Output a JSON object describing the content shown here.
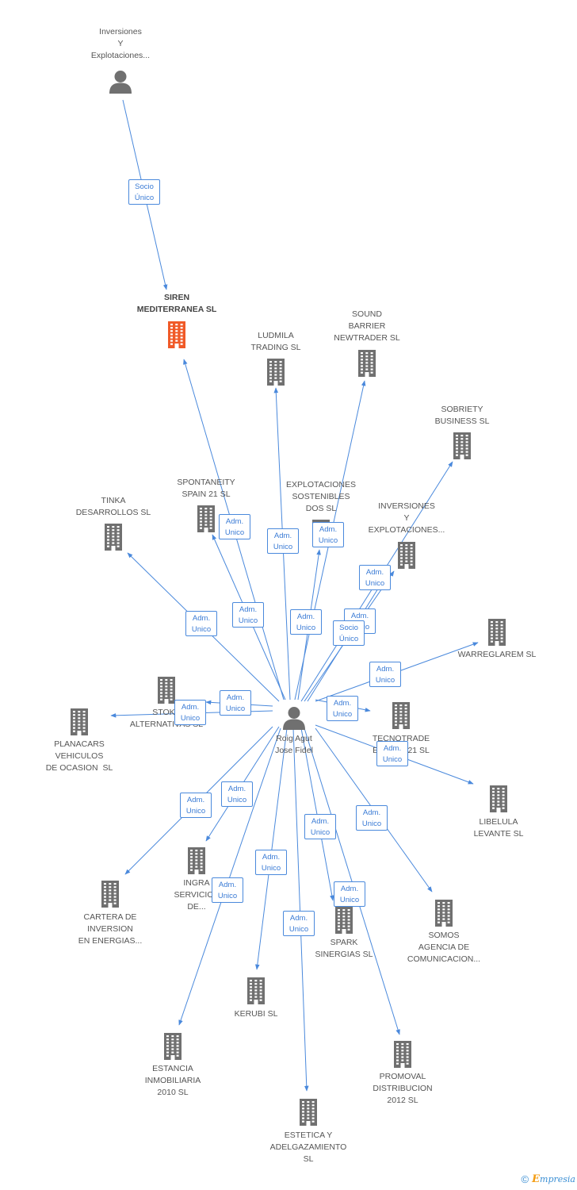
{
  "center": {
    "id": "roig",
    "label": "Roig Agut\nJose Fidel",
    "kind": "person"
  },
  "nodes": [
    {
      "id": "inv_top",
      "label": "Inversiones\nY\nExplotaciones...",
      "kind": "person"
    },
    {
      "id": "siren",
      "label": "SIREN\nMEDITERRANEA SL",
      "kind": "company",
      "highlight": true
    },
    {
      "id": "ludmila",
      "label": "LUDMILA\nTRADING SL",
      "kind": "company"
    },
    {
      "id": "sound",
      "label": "SOUND\nBARRIER\nNEWTRADER SL",
      "kind": "company"
    },
    {
      "id": "sobriety",
      "label": "SOBRIETY\nBUSINESS SL",
      "kind": "company"
    },
    {
      "id": "spontaneity",
      "label": "SPONTANEITY\nSPAIN 21 SL",
      "kind": "company"
    },
    {
      "id": "explot",
      "label": "EXPLOTACIONES\nSOSTENIBLES\nDOS SL",
      "kind": "company"
    },
    {
      "id": "invexp",
      "label": "INVERSIONES\nY\nEXPLOTACIONES...",
      "kind": "company"
    },
    {
      "id": "tinka",
      "label": "TINKA\nDESARROLLOS SL",
      "kind": "company"
    },
    {
      "id": "warre",
      "label": "WARREGLAREM SL",
      "kind": "company"
    },
    {
      "id": "stoke",
      "label": "STOKE\nALTERNATIVAS SL",
      "kind": "company"
    },
    {
      "id": "planacars",
      "label": "PLANACARS\nVEHICULOS\nDE OCASION  SL",
      "kind": "company"
    },
    {
      "id": "tecno",
      "label": "TECNOTRADE\nELEVEN 21 SL",
      "kind": "company"
    },
    {
      "id": "libelula",
      "label": "LIBELULA\nLEVANTE SL",
      "kind": "company"
    },
    {
      "id": "cartera",
      "label": "CARTERA DE\nINVERSION\nEN ENERGIAS...",
      "kind": "company"
    },
    {
      "id": "ingra",
      "label": "INGRA\nSERVICIOS\nDE...",
      "kind": "company"
    },
    {
      "id": "somos",
      "label": "SOMOS\nAGENCIA DE\nCOMUNICACION...",
      "kind": "company"
    },
    {
      "id": "spark",
      "label": "SPARK\nSINERGIAS SL",
      "kind": "company"
    },
    {
      "id": "kerubi",
      "label": "KERUBI SL",
      "kind": "company"
    },
    {
      "id": "estancia",
      "label": "ESTANCIA\nINMOBILIARIA\n2010 SL",
      "kind": "company"
    },
    {
      "id": "promoval",
      "label": "PROMOVAL\nDISTRIBUCION\n2012 SL",
      "kind": "company"
    },
    {
      "id": "estetica",
      "label": "ESTETICA Y\nADELGAZAMIENTO\nSL",
      "kind": "company"
    }
  ],
  "edges": [
    {
      "from": "inv_top",
      "to": "siren",
      "label": "Socio\nÚnico"
    },
    {
      "from": "roig",
      "to": "siren",
      "label": "Adm.\nUnico"
    },
    {
      "from": "roig",
      "to": "ludmila",
      "label": "Adm.\nUnico"
    },
    {
      "from": "roig",
      "to": "sound",
      "label": "Adm.\nUnico"
    },
    {
      "from": "roig",
      "to": "sobriety",
      "label": "Adm.\nUnico"
    },
    {
      "from": "roig",
      "to": "spontaneity",
      "label": "Adm.\nUnico"
    },
    {
      "from": "roig",
      "to": "explot",
      "label": "Adm.\nUnico"
    },
    {
      "from": "roig",
      "to": "invexp",
      "label": "Adm.\nUnico"
    },
    {
      "from": "roig",
      "to": "invexp",
      "label": "Socio\nÚnico"
    },
    {
      "from": "roig",
      "to": "tinka",
      "label": "Adm.\nUnico"
    },
    {
      "from": "roig",
      "to": "warre",
      "label": "Adm.\nUnico"
    },
    {
      "from": "roig",
      "to": "stoke",
      "label": "Adm.\nUnico"
    },
    {
      "from": "roig",
      "to": "planacars",
      "label": "Adm.\nUnico"
    },
    {
      "from": "roig",
      "to": "tecno",
      "label": "Adm.\nUnico"
    },
    {
      "from": "roig",
      "to": "libelula",
      "label": "Adm.\nUnico"
    },
    {
      "from": "roig",
      "to": "cartera",
      "label": "Adm.\nUnico"
    },
    {
      "from": "roig",
      "to": "ingra",
      "label": "Adm.\nUnico"
    },
    {
      "from": "roig",
      "to": "somos",
      "label": "Adm.\nUnico"
    },
    {
      "from": "roig",
      "to": "spark",
      "label": "Adm.\nUnico"
    },
    {
      "from": "roig",
      "to": "kerubi",
      "label": "Adm.\nUnico"
    },
    {
      "from": "roig",
      "to": "estancia",
      "label": "Adm.\nUnico"
    },
    {
      "from": "roig",
      "to": "promoval",
      "label": "Adm.\nUnico"
    },
    {
      "from": "roig",
      "to": "estetica",
      "label": "Adm.\nUnico"
    }
  ],
  "colors": {
    "edge": "#4a89dc",
    "icon": "#707070",
    "highlight": "#f05a28",
    "label": "#555555"
  },
  "footer": {
    "copyright": "©",
    "brand_initial": "E",
    "brand_rest": "mpresia"
  }
}
